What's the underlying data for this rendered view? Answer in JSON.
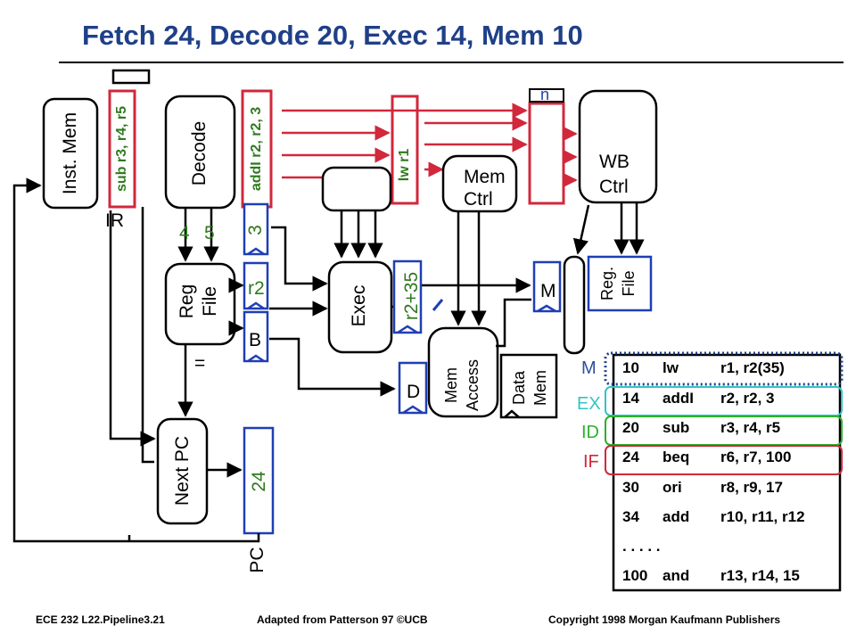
{
  "title": "Fetch 24, Decode 20, Exec 14, Mem 10",
  "blocks": {
    "inst_mem": "Inst. Mem",
    "decode": "Decode",
    "reg_file": "Reg\nFile",
    "exec": "Exec",
    "mem_ctrl": "Mem\nCtrl",
    "wb_ctrl": "WB\nCtrl",
    "mem_access": "Mem\nAccess",
    "data_mem": "Data\nMem",
    "reg_file_wb": "Reg.\nFile",
    "next_pc": "Next PC"
  },
  "pipeline_regs": {
    "ir_content": "sub r3, r4, r5",
    "ir_label": "IR",
    "id_ex_content": "addI r2, r2, 3",
    "ex_mem_content": "lw r1",
    "mem_wb_content": "n",
    "rs_field": "4",
    "rt_field": "5",
    "imm_value": "3",
    "a_value": "r2",
    "b_value": "B",
    "equal_sign": "=",
    "exec_result": "r2+35",
    "d_label": "D",
    "m_label": "M",
    "pc_value": "24",
    "pc_label": "PC"
  },
  "stage_labels": [
    {
      "text": "M",
      "color": "#2d4f9f"
    },
    {
      "text": "EX",
      "color": "#33c3c3"
    },
    {
      "text": "ID",
      "color": "#2ab22a"
    },
    {
      "text": "IF",
      "color": "#d1283c"
    }
  ],
  "code": [
    {
      "addr": "10",
      "op": "lw",
      "args": "r1, r2(35)"
    },
    {
      "addr": "14",
      "op": "addI",
      "args": "r2, r2, 3"
    },
    {
      "addr": "20",
      "op": "sub",
      "args": "r3, r4, r5"
    },
    {
      "addr": "24",
      "op": "beq",
      "args": "r6, r7, 100"
    },
    {
      "addr": "30",
      "op": "ori",
      "args": "r8, r9, 17"
    },
    {
      "addr": "34",
      "op": "add",
      "args": "r10, r11, r12"
    },
    {
      "addr": ". . . . .",
      "op": "",
      "args": ""
    },
    {
      "addr": "100",
      "op": "and",
      "args": "r13, r14, 15"
    }
  ],
  "footer": {
    "left": "ECE 232  L22.Pipeline3.21",
    "center": "Adapted from Patterson 97 ©UCB",
    "right": "Copyright 1998 Morgan Kaufmann Publishers"
  },
  "colors": {
    "title": "#1f3f88",
    "red": "#d1283c",
    "blue": "#1f3fb4",
    "green": "#2f7a1f",
    "line": "#000000"
  }
}
